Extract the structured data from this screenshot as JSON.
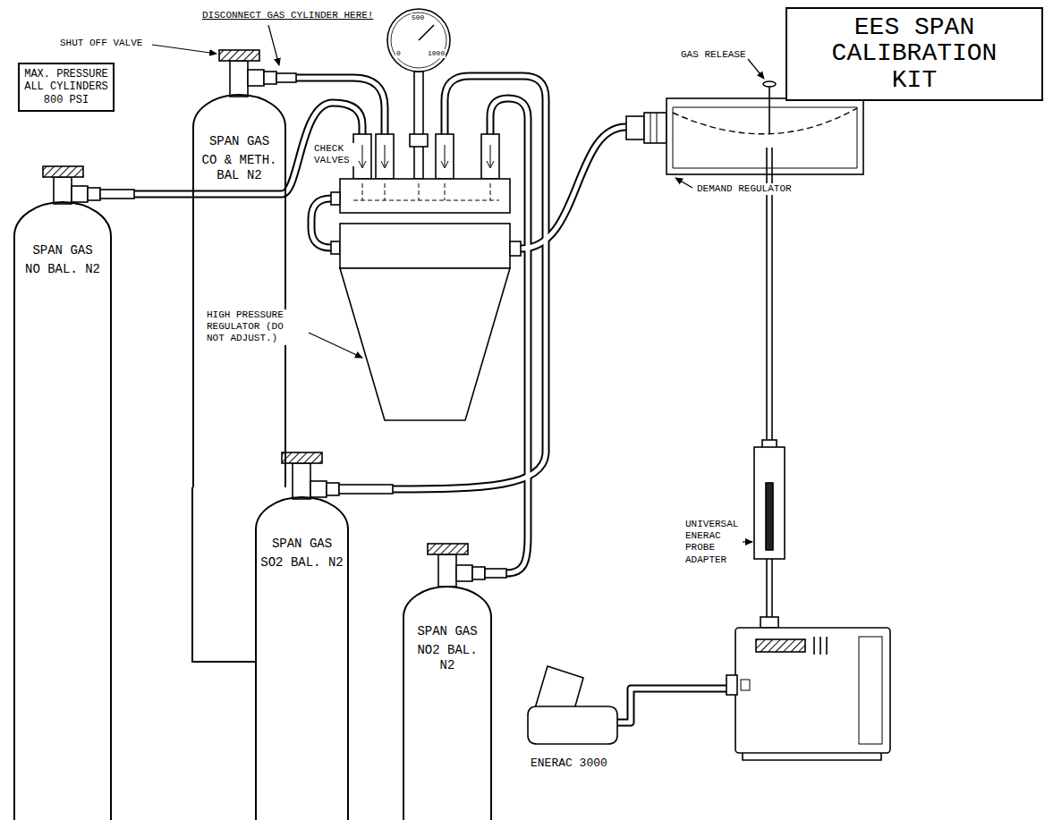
{
  "diagram": {
    "title": "EES SPAN CALIBRATION KIT",
    "nodes": [
      {
        "text": [
          "MAX. PRESSURE ALL CYLINDERS 800 PSI"
        ]
      },
      {
        "text": [
          "SPAN GAS",
          "CO & METH. BAL N2"
        ]
      },
      {
        "text": [
          "SPAN GAS",
          "NO BAL. N2"
        ]
      },
      {
        "text": [
          "SPAN GAS",
          "SO2 BAL. N2"
        ]
      },
      {
        "text": [
          "SPAN GAS",
          "NO2 BAL. N2"
        ]
      }
    ],
    "labels": [
      "DISCONNECT GAS CYLINDER HERE!",
      "SHUT OFF VALVE",
      "500",
      "0",
      "1000",
      "CHECK VALVES",
      "GAS RELEASE",
      "HIGH PRESSURE REGULATOR (DO NOT ADJUST.)",
      "DEMAND REGULATOR",
      "UNIVERSAL ENERAC PROBE ADAPTER",
      "ENERAC 3000"
    ]
  }
}
